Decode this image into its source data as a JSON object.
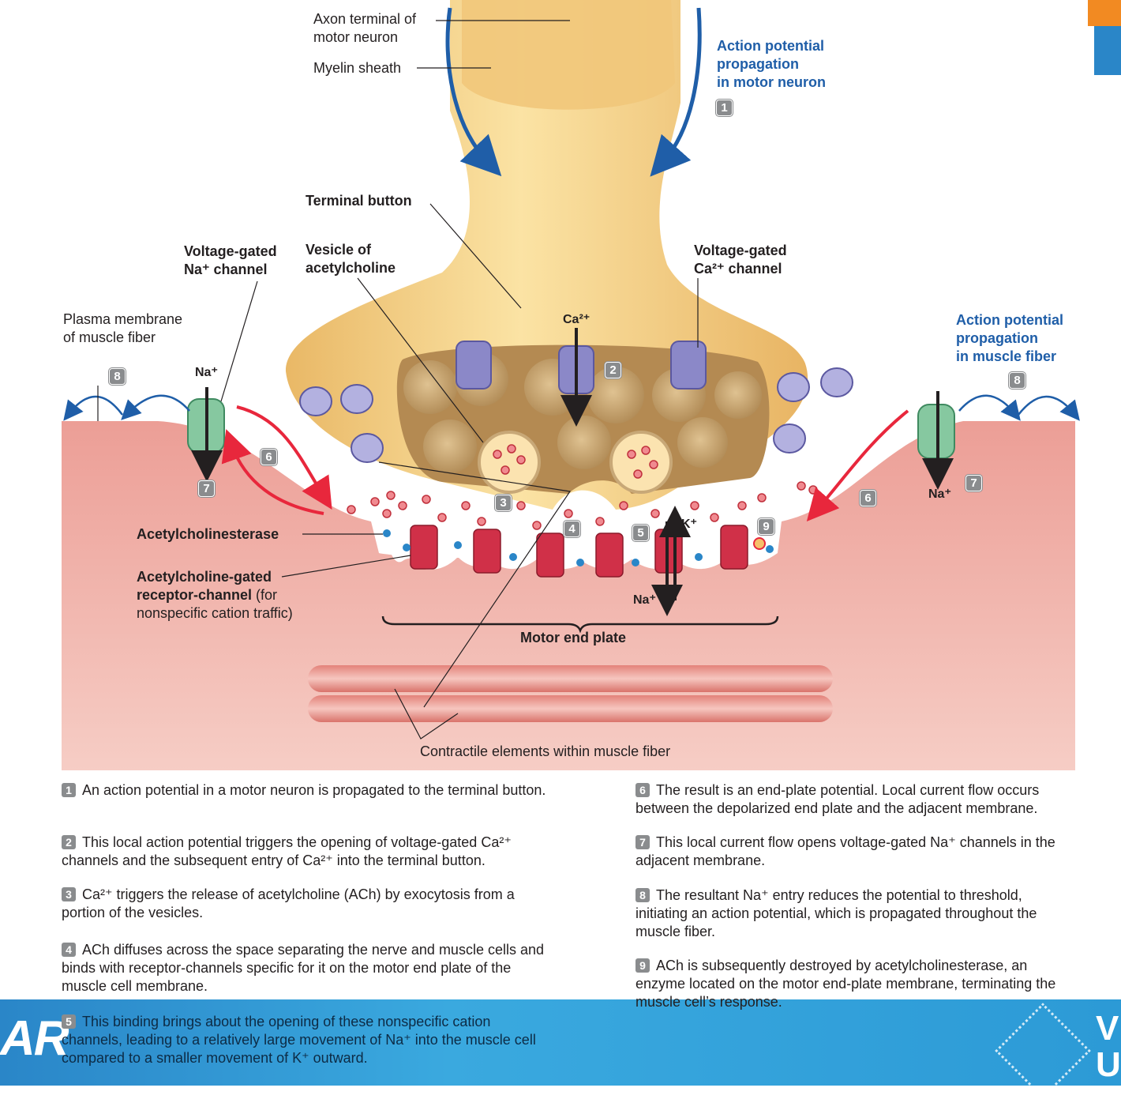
{
  "labels": {
    "axon_terminal": "Axon terminal of\nmotor neuron",
    "myelin": "Myelin sheath",
    "ap_neuron": "Action potential\npropagation\nin motor neuron",
    "terminal_button": "Terminal button",
    "vg_na": "Voltage-gated\nNa⁺ channel",
    "vesicle": "Vesicle of\nacetylcholine",
    "vg_ca": "Voltage-gated\nCa²⁺ channel",
    "plasma_membrane": "Plasma membrane\nof muscle fiber",
    "ap_muscle": "Action potential\npropagation\nin muscle fiber",
    "ca_ion": "Ca²⁺",
    "na_left": "Na⁺",
    "na_right": "Na⁺",
    "na_bottom": "Na⁺",
    "k_ion": "K⁺",
    "ache": "Acetylcholinesterase",
    "receptor_bold": "Acetylcholine-gated\nreceptor-channel",
    "receptor_rest": " (for\nnonspecific cation traffic)",
    "motor_end_plate": "Motor end plate",
    "contractile": "Contractile elements within muscle fiber"
  },
  "badges": [
    "1",
    "2",
    "3",
    "4",
    "5",
    "6",
    "7",
    "8",
    "9"
  ],
  "steps": [
    {
      "num": "1",
      "text": "An action potential in a motor neuron is propagated to the terminal button."
    },
    {
      "num": "2",
      "text": "This local action potential triggers the opening of voltage-gated Ca²⁺ channels and the subsequent entry of Ca²⁺ into the terminal button."
    },
    {
      "num": "3",
      "text": "Ca²⁺ triggers the release of acetylcholine (ACh) by exocytosis from a portion of the vesicles."
    },
    {
      "num": "4",
      "text": "ACh diffuses across the space separating the nerve and muscle cells and binds with receptor-channels specific for it on the motor end plate of the muscle cell membrane."
    },
    {
      "num": "5",
      "text": "This binding brings about the opening of these nonspecific cation channels, leading to a relatively large movement of Na⁺ into the muscle cell compared to a smaller movement of K⁺ outward."
    },
    {
      "num": "6",
      "text": "The result is an end-plate potential. Local current flow occurs between the depolarized end plate and the adjacent membrane."
    },
    {
      "num": "7",
      "text": "This local current flow opens voltage-gated Na⁺ channels in the adjacent membrane."
    },
    {
      "num": "8",
      "text": "The resultant Na⁺ entry reduces the potential to threshold, initiating an action potential, which is propagated throughout the muscle fiber."
    },
    {
      "num": "9",
      "text": "ACh is subsequently destroyed by acetylcholinesterase, an enzyme located on the motor end-plate membrane, terminating the muscle cell’s response."
    }
  ],
  "footer": {
    "left_text": "AR",
    "right_text": "V\nU"
  },
  "colors": {
    "neuron": "#f5d48a",
    "muscle": "#f2b5ad",
    "vesicle": "#c8a877",
    "ach": "#e85a64",
    "channel": "#8b88c8",
    "accent_blue": "#1f5ea8",
    "red_arrow": "#e8273c"
  }
}
